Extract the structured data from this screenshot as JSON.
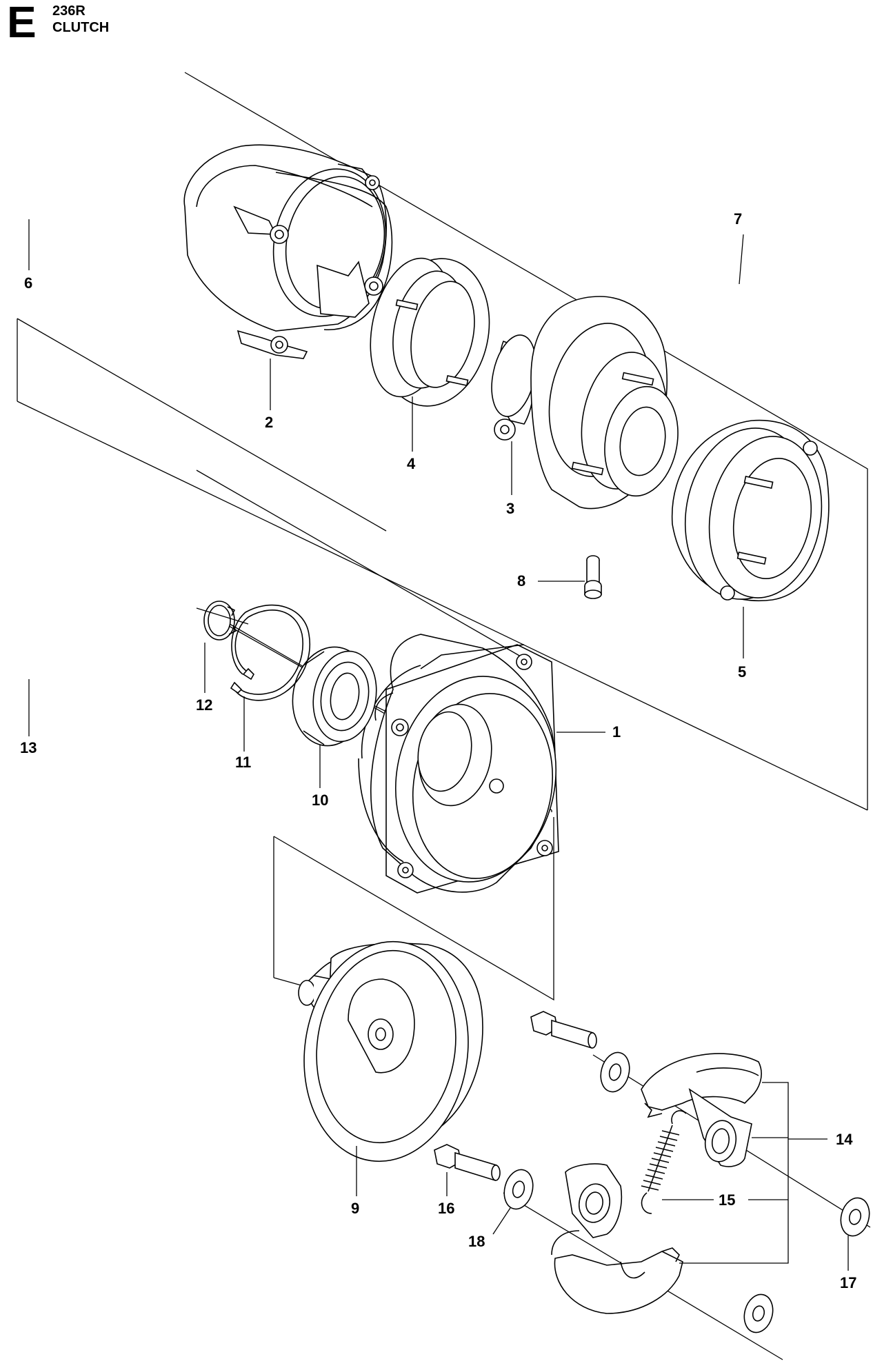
{
  "header": {
    "section_letter": "E",
    "model": "236R",
    "title": "CLUTCH"
  },
  "callouts": [
    {
      "id": "1",
      "label": "1"
    },
    {
      "id": "2",
      "label": "2"
    },
    {
      "id": "3",
      "label": "3"
    },
    {
      "id": "4",
      "label": "4"
    },
    {
      "id": "5",
      "label": "5"
    },
    {
      "id": "6",
      "label": "6"
    },
    {
      "id": "7",
      "label": "7"
    },
    {
      "id": "8",
      "label": "8"
    },
    {
      "id": "9",
      "label": "9"
    },
    {
      "id": "10",
      "label": "10"
    },
    {
      "id": "11",
      "label": "11"
    },
    {
      "id": "12",
      "label": "12"
    },
    {
      "id": "13",
      "label": "13"
    },
    {
      "id": "14",
      "label": "14"
    },
    {
      "id": "15",
      "label": "15"
    },
    {
      "id": "16",
      "label": "16"
    },
    {
      "id": "17",
      "label": "17"
    },
    {
      "id": "18",
      "label": "18"
    }
  ]
}
